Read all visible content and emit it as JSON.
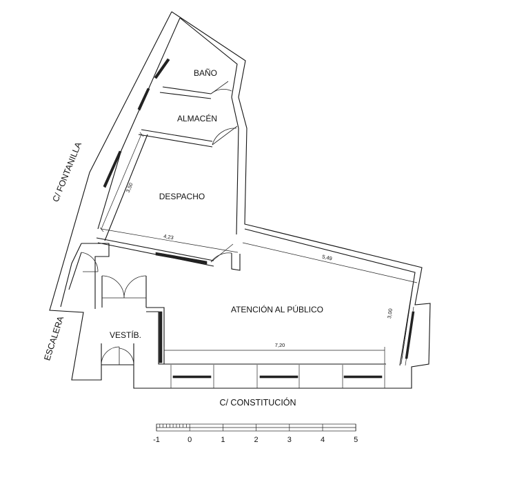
{
  "rooms": {
    "bano": "BAÑO",
    "almacen": "ALMACÉN",
    "despacho": "DESPACHO",
    "atencion": "ATENCIÓN AL PÚBLICO",
    "vestib": "VESTÍB."
  },
  "streets": {
    "fontanilla": "C/ FONTANILLA",
    "escalera": "ESCALERA",
    "constitucion": "C/ CONSTITUCIÓN"
  },
  "dimensions": {
    "despacho_height": "3,50",
    "despacho_width": "4,23",
    "atencion_top": "5,49",
    "atencion_height": "3,00",
    "atencion_bottom": "7,20"
  },
  "scale_bar": {
    "labels": [
      "-1",
      "0",
      "1",
      "2",
      "3",
      "4",
      "5"
    ]
  }
}
